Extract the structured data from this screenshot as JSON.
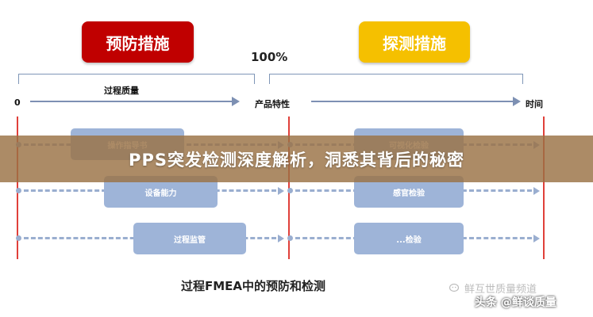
{
  "header": {
    "prevention_badge": "预防措施",
    "detection_badge": "探测措施",
    "percent_label": "100%"
  },
  "axis": {
    "process_quality_label": "过程质量",
    "start_label": "0",
    "product_char_label": "产品特性",
    "time_label": "时间"
  },
  "prevention_items": [
    "操作指导书",
    "设备能力",
    "过程监管"
  ],
  "detection_items": [
    "可视化检验",
    "感官检验",
    "...检验"
  ],
  "overlay_title": "PPS突发检测深度解析，洞悉其背后的秘密",
  "caption": "过程FMEA中的预防和检测",
  "watermark": {
    "top": "鲜互世质量频道",
    "bottom": "头条 @鲜谈质量"
  },
  "colors": {
    "prevention": "#c00000",
    "detection": "#f5c000",
    "box": "#9eb4d8",
    "timeline": "#e0403a"
  }
}
